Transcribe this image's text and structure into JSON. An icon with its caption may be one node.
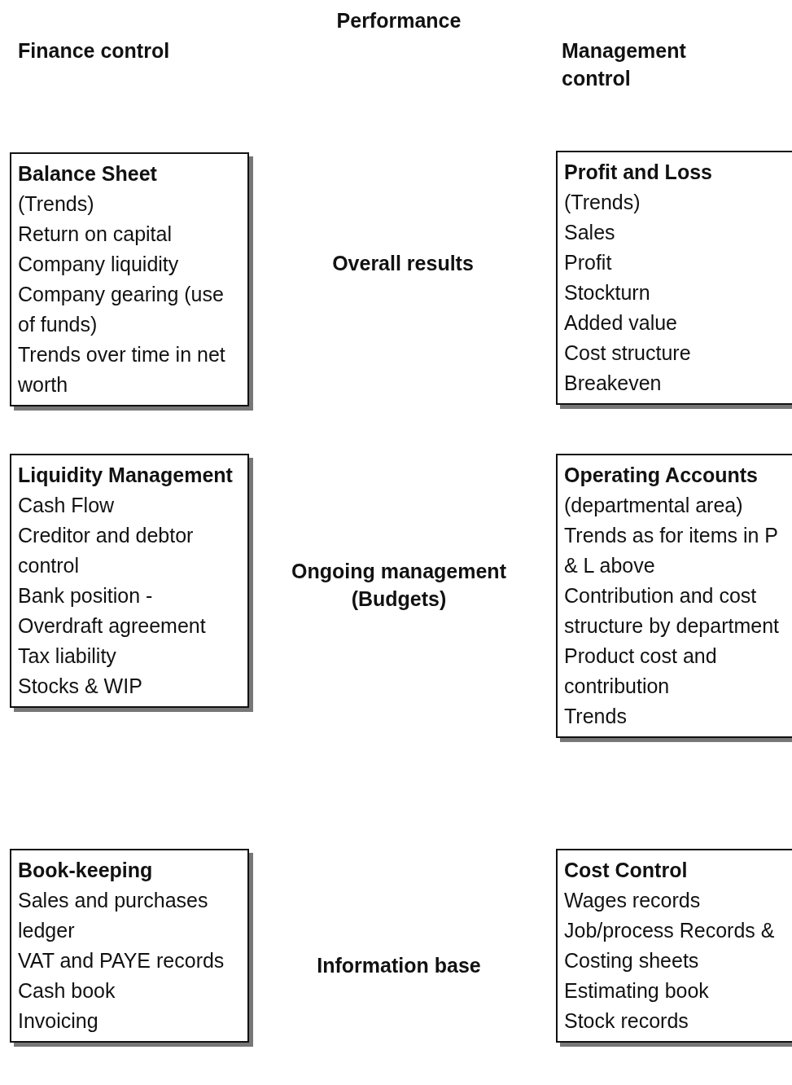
{
  "diagram": {
    "title": "Performance",
    "nodes": [
      {
        "text": [
          "Balance Sheet",
          "(Trends)",
          "Return on capital",
          "Company liquidity",
          "Company gearing (use of funds)",
          "Trends over time in net worth"
        ]
      },
      {
        "text": [
          "Profit and Loss",
          "(Trends)",
          "Sales",
          "Profit",
          "Stockturn",
          "Added value",
          "Cost structure",
          "Breakeven"
        ]
      },
      {
        "text": [
          "Liquidity Management",
          "Cash Flow",
          "Creditor and debtor control",
          "Bank position - Overdraft agreement",
          "Tax liability",
          "Stocks & WIP"
        ]
      },
      {
        "text": [
          "Operating Accounts",
          "(departmental area)",
          "Trends as for items in P & L above",
          "Contribution and cost structure by department",
          "Product cost and contribution",
          "Trends"
        ]
      },
      {
        "text": [
          "Book-keeping",
          "Sales and purchases ledger",
          "VAT and PAYE records",
          "Cash book",
          "Invoicing"
        ]
      },
      {
        "text": [
          "Cost Control",
          "Wages records",
          "Job/process Records & Costing sheets",
          "Estimating book",
          "Stock records"
        ]
      }
    ],
    "labels": [
      "Finance control",
      "Management control",
      "Overall results",
      "Ongoing management (Budgets)",
      "Information base"
    ]
  }
}
